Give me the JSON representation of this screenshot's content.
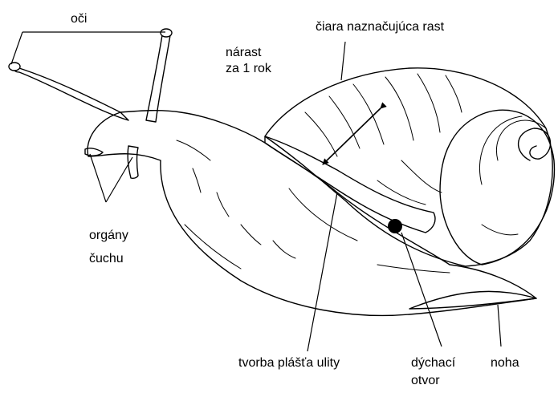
{
  "labels": {
    "eyes": "oči",
    "growth_line": "čiara naznačujúca rast",
    "growth_year_line1": "nárast",
    "growth_year_line2": "za 1 rok",
    "smell_organs_line1": "orgány",
    "smell_organs_line2": "čuchu",
    "mantle": "tvorba plášťa ulity",
    "breathing_pore_line1": "dýchací",
    "breathing_pore_line2": "otvor",
    "foot": "noha"
  }
}
